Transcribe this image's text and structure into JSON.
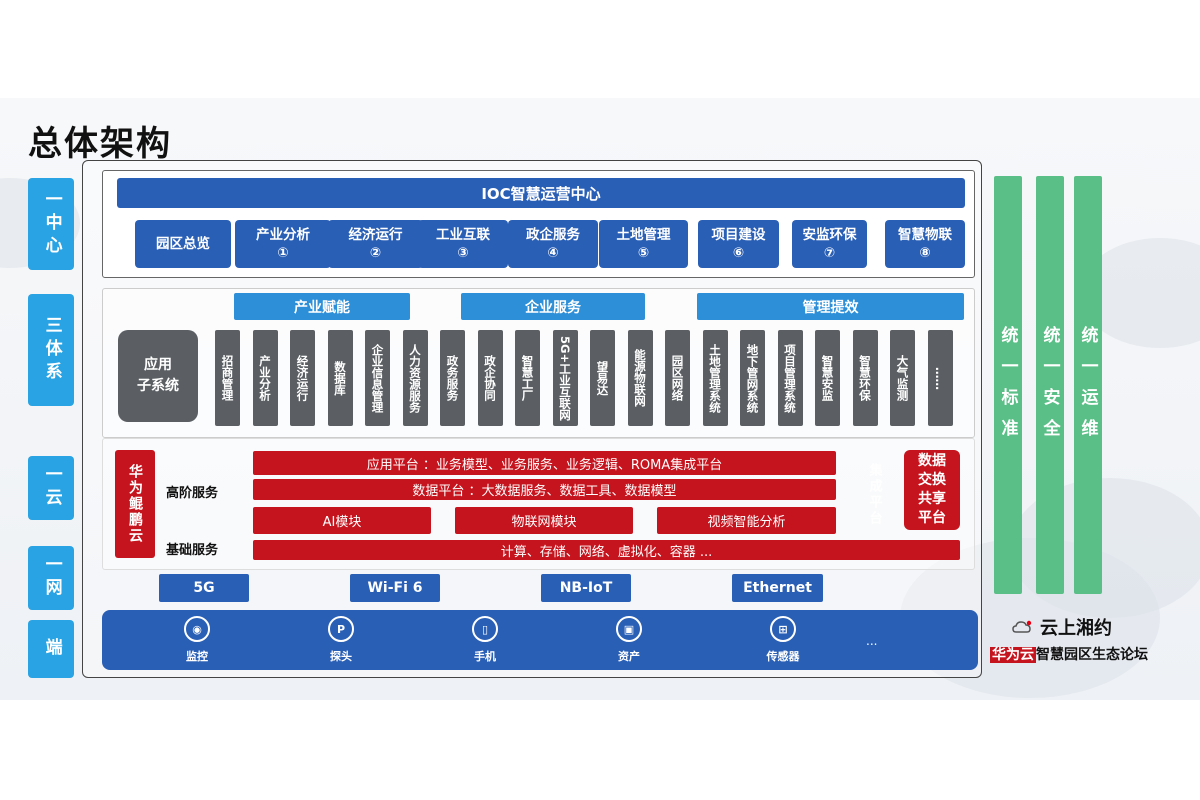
{
  "title": "总体架构",
  "left_labels": [
    "一中心",
    "三体系",
    "一云",
    "一网",
    "端"
  ],
  "ioc": {
    "header": "IOC智慧运营中心",
    "items": [
      {
        "name": "园区总览",
        "num": ""
      },
      {
        "name": "产业分析",
        "num": "①"
      },
      {
        "name": "经济运行",
        "num": "②"
      },
      {
        "name": "工业互联",
        "num": "③"
      },
      {
        "name": "政企服务",
        "num": "④"
      },
      {
        "name": "土地管理",
        "num": "⑤"
      },
      {
        "name": "项目建设",
        "num": "⑥"
      },
      {
        "name": "安监环保",
        "num": "⑦"
      },
      {
        "name": "智慧物联",
        "num": "⑧"
      }
    ]
  },
  "system_heads": [
    "产业赋能",
    "企业服务",
    "管理提效"
  ],
  "app_subsystem": "应用\n子系统",
  "subsystems": [
    "招商管理",
    "产业分析",
    "经济运行",
    "数据库",
    "企业信息管理",
    "人力资源服务",
    "政务服务",
    "政企协同",
    "智慧工厂",
    "5G+工业互联网",
    "望易达",
    "能源物联网",
    "园区网络",
    "土地管理系统",
    "地下管网系统",
    "项目管理系统",
    "智慧安监",
    "智慧环保",
    "大气监测",
    "……"
  ],
  "cloud": {
    "provider": "华为鲲鹏云",
    "advanced_label": "高阶服务",
    "basic_label": "基础服务",
    "app_platform": "应用平台 ：业务模型、业务服务、业务逻辑、ROMA集成平台",
    "data_platform": "数据平台 ：大数据服务、数据工具、数据模型",
    "modules": [
      "AI模块",
      "物联网模块",
      "视频智能分析"
    ],
    "basic": "计算、存储、网络、虚拟化、容器 ...",
    "integration": "集成平台",
    "exchange": "数据\n交换\n共享\n平台"
  },
  "network": [
    "5G",
    "Wi-Fi  6",
    "NB-IoT",
    "Ethernet"
  ],
  "endpoints": [
    {
      "label": "监控",
      "icon": "camera-icon",
      "glyph": "◉"
    },
    {
      "label": "探头",
      "icon": "probe-icon",
      "glyph": "P"
    },
    {
      "label": "手机",
      "icon": "phone-icon",
      "glyph": "▯"
    },
    {
      "label": "资产",
      "icon": "asset-icon",
      "glyph": "▣"
    },
    {
      "label": "传感器",
      "icon": "sensor-icon",
      "glyph": "⊞"
    }
  ],
  "endpoints_more": "...",
  "unified": [
    "统一标准",
    "统一安全",
    "统一运维"
  ],
  "brand": {
    "name": "云上湘约",
    "sub_hw": "华为云",
    "sub_rest": "智慧园区生态论坛"
  },
  "colors": {
    "blue": "#2a5fb6",
    "light_blue": "#29a3e3",
    "gray": "#5b5f63",
    "red": "#c6141e",
    "green": "#5abf86"
  }
}
